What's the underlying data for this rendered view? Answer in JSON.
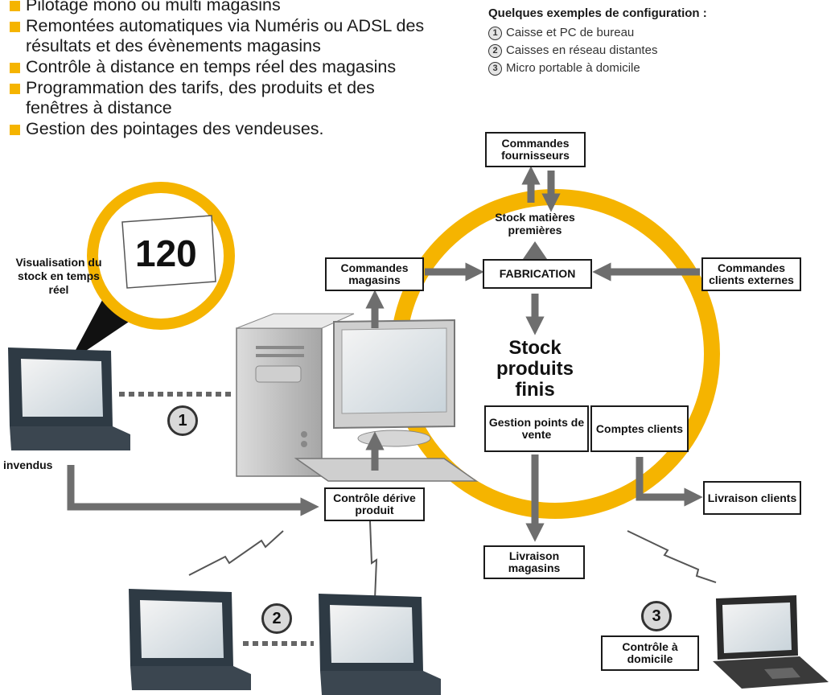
{
  "features": [
    "Pilotage mono ou multi magasins",
    "Remontées automatiques via Numéris ou ADSL des résultats et des évènements magasins",
    "Contrôle à distance en temps réel des magasins",
    "Programmation des tarifs, des produits et des fenêtres à distance",
    "Gestion des pointages des vendeuses."
  ],
  "config": {
    "title": "Quelques exemples de configuration :",
    "items": [
      {
        "num": "1",
        "label": "Caisse et PC de bureau"
      },
      {
        "num": "2",
        "label": "Caisses en réseau distantes"
      },
      {
        "num": "3",
        "label": "Micro portable à domicile"
      }
    ]
  },
  "labels": {
    "visualisation": "Visualisation du stock en temps réel",
    "stock_value": "120",
    "invendus": "invendus",
    "stock_mp": "Stock matières premières",
    "stock_pf": "Stock produits finis"
  },
  "boxes": {
    "commandes_fournisseurs": "Commandes fournisseurs",
    "commandes_magasins": "Commandes magasins",
    "fabrication": "FABRICATION",
    "commandes_clients_externes": "Commandes clients externes",
    "gestion_points_vente": "Gestion points de vente",
    "comptes_clients": "Comptes clients",
    "livraison_clients": "Livraison clients",
    "livraison_magasins": "Livraison magasins",
    "controle_derive": "Contrôle dérive produit",
    "controle_domicile": "Contrôle à domicile"
  },
  "markers": {
    "one": "1",
    "two": "2",
    "three": "3"
  },
  "colors": {
    "accent": "#f5b400",
    "arrow": "#6e6e6e",
    "box_border": "#1a1a1a"
  }
}
